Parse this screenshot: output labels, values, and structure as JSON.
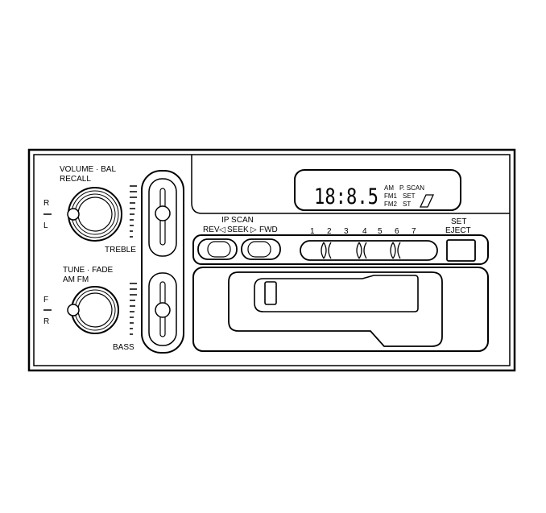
{
  "radio": {
    "volume": {
      "label": "VOLUME · BAL",
      "sublabel": "RECALL",
      "balance_top": "R",
      "balance_bottom": "L"
    },
    "tune": {
      "label": "TUNE · FADE",
      "sublabel": "AM FM",
      "fade_top": "F",
      "fade_bottom": "R"
    },
    "treble_label": "TREBLE",
    "bass_label": "BASS",
    "display": {
      "frequency": "18:8.5",
      "band_am": "AM",
      "band_fm1": "FM1",
      "band_fm2": "FM2",
      "p_scan": "P. SCAN",
      "set": "SET",
      "stereo": "ST"
    },
    "seek": {
      "scan_label": "IP SCAN",
      "rev_label": "REV",
      "seek_label": "SEEK",
      "fwd_label": "FWD"
    },
    "presets": [
      "1",
      "2",
      "3",
      "4",
      "5",
      "6",
      "7"
    ],
    "set_eject": {
      "set_label": "SET",
      "eject_label": "EJECT"
    }
  }
}
